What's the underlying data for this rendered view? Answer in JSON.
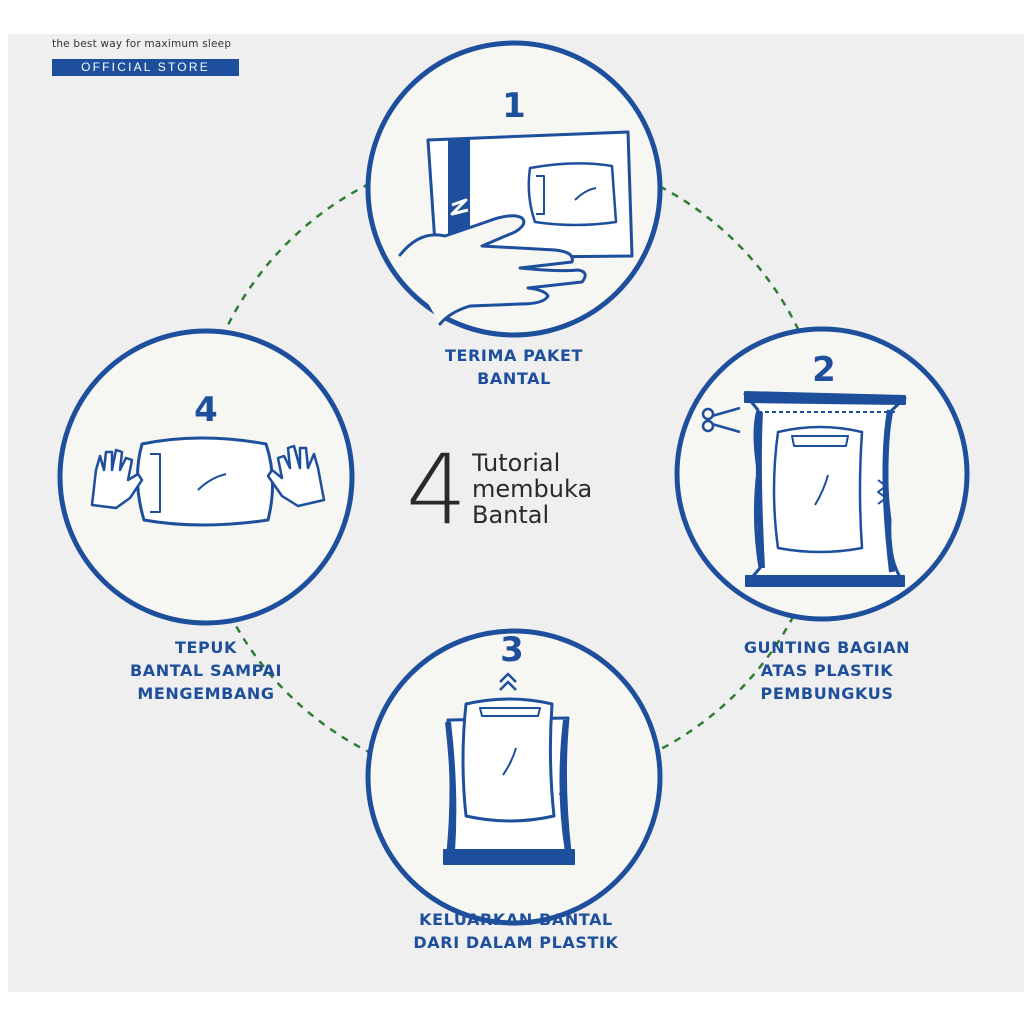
{
  "brand": {
    "tagline": "the best way for maximum sleep",
    "store_label": "OFFICIAL STORE"
  },
  "center": {
    "number": "4",
    "lines": [
      "Tutorial",
      "membuka",
      "Bantal"
    ]
  },
  "steps": [
    {
      "number": "1",
      "lines": [
        "TERIMA PAKET",
        "BANTAL"
      ]
    },
    {
      "number": "2",
      "lines": [
        "GUNTING BAGIAN",
        "ATAS PLASTIK",
        "PEMBUNGKUS"
      ]
    },
    {
      "number": "3",
      "lines": [
        "KELUARKAN BANTAL",
        "DARI DALAM PLASTIK"
      ]
    },
    {
      "number": "4",
      "lines": [
        "TEPUK",
        "BANTAL SAMPAI",
        "MENGEMBANG"
      ]
    }
  ],
  "colors": {
    "accent": "#1e4f9c",
    "connector": "#2e7d32",
    "circle_fill": "#f6f6f2",
    "background": "#efefef"
  }
}
